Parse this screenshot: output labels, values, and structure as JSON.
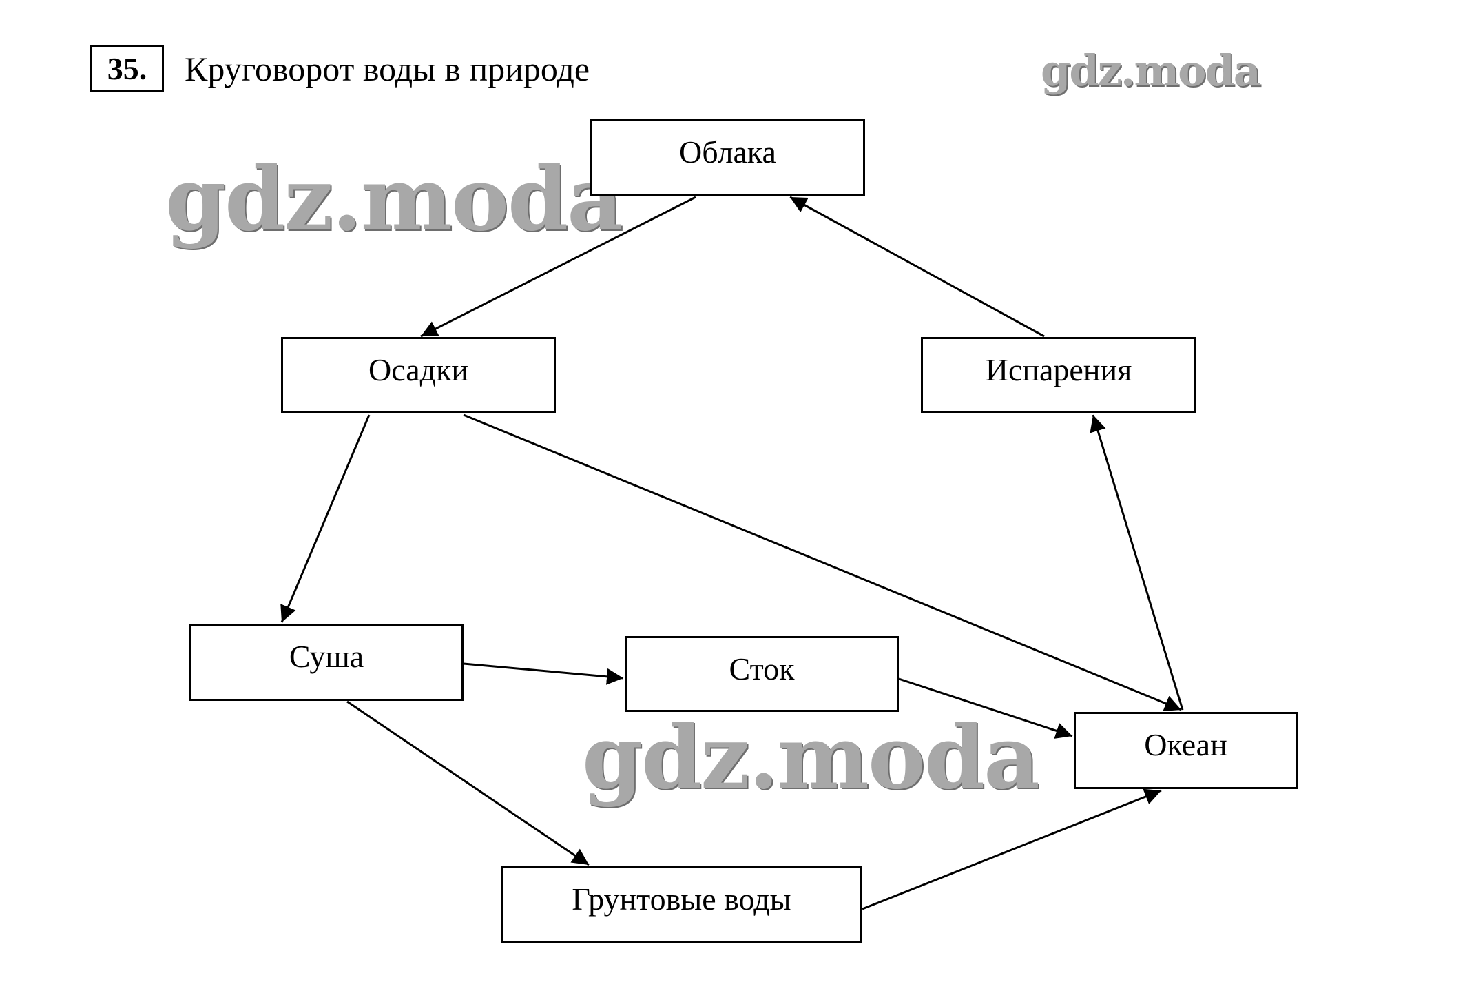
{
  "header": {
    "number": "35.",
    "title": "Круговорот воды в природе"
  },
  "watermark": "gdz.moda",
  "nodes": {
    "clouds": "Облака",
    "precipitation": "Осадки",
    "evaporation": "Испарения",
    "land": "Суша",
    "runoff": "Сток",
    "ocean": "Океан",
    "groundwater": "Грунтовые воды"
  },
  "edges": [
    [
      "Облака",
      "Осадки"
    ],
    [
      "Испарения",
      "Облака"
    ],
    [
      "Осадки",
      "Суша"
    ],
    [
      "Осадки",
      "Океан"
    ],
    [
      "Океан",
      "Испарения"
    ],
    [
      "Суша",
      "Сток"
    ],
    [
      "Сток",
      "Океан"
    ],
    [
      "Суша",
      "Грунтовые воды"
    ],
    [
      "Грунтовые воды",
      "Океан"
    ]
  ]
}
